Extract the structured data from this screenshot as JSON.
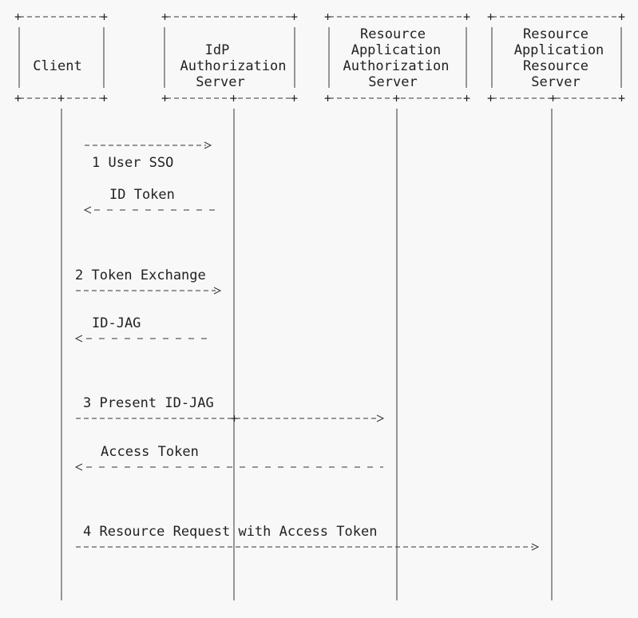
{
  "participants": [
    {
      "id": "client",
      "label_lines": [
        "Client"
      ]
    },
    {
      "id": "idp",
      "label_lines": [
        "IdP",
        "Authorization",
        "Server"
      ]
    },
    {
      "id": "raas",
      "label_lines": [
        "Resource",
        "Application",
        "Authorization",
        "Server"
      ]
    },
    {
      "id": "rars",
      "label_lines": [
        "Resource",
        "Application",
        "Resource",
        "Server"
      ]
    }
  ],
  "messages": [
    {
      "label": "1 User SSO",
      "from": "client",
      "to": "idp",
      "kind": "request"
    },
    {
      "label": "ID Token",
      "from": "idp",
      "to": "client",
      "kind": "response"
    },
    {
      "label": "2 Token Exchange",
      "from": "client",
      "to": "idp",
      "kind": "request"
    },
    {
      "label": "ID-JAG",
      "from": "idp",
      "to": "client",
      "kind": "response"
    },
    {
      "label": "3 Present ID-JAG",
      "from": "client",
      "to": "raas",
      "kind": "request"
    },
    {
      "label": "Access Token",
      "from": "raas",
      "to": "client",
      "kind": "response"
    },
    {
      "label": "4 Resource Request with Access Token",
      "from": "client",
      "to": "rars",
      "kind": "request"
    }
  ]
}
